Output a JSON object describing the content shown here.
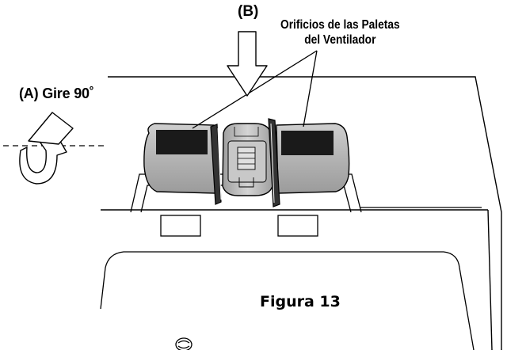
{
  "labels": {
    "arrow_b": "(B)",
    "rotate": "(A) Gire 90˚",
    "holes_line1": "Orificios de las Paletas",
    "holes_line2": "del Ventilador",
    "figure": "Figura 13"
  },
  "icons": [
    "rotate-arrow-icon",
    "down-arrow-icon",
    "screw-icon"
  ],
  "colors": {
    "line": "#000000",
    "housing": "#b8b8b8",
    "housing_shade": "#9a9a9a",
    "window": "#1a1a1a",
    "background": "#ffffff"
  }
}
